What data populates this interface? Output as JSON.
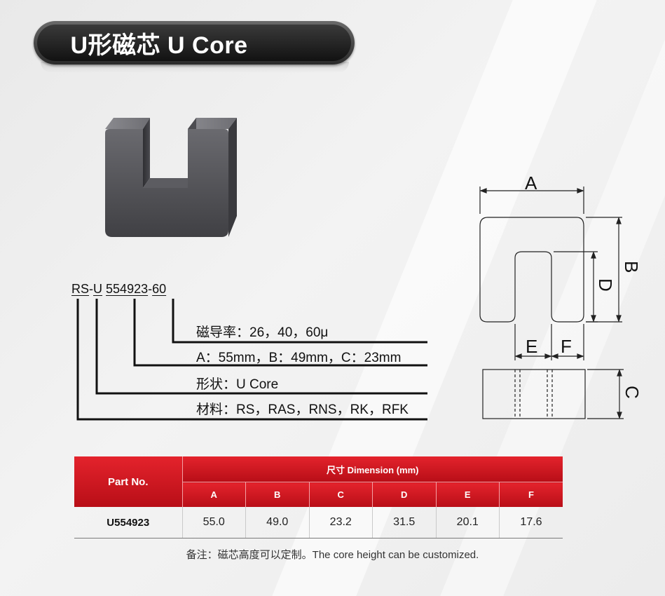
{
  "title": "U形磁芯 U Core",
  "part_code": {
    "prefix": "RS",
    "sep1": "-",
    "shape": "U",
    "size": "554923",
    "sep2": "-",
    "perm": "60"
  },
  "descriptions": {
    "permeability": "磁导率：26，40，60μ",
    "dimensions": "A：55mm，B：49mm，C：23mm",
    "shape": "形状：U Core",
    "material": "材料：RS，RAS，RNS，RK，RFK"
  },
  "drawing_labels": {
    "a": "A",
    "b": "B",
    "c": "C",
    "d": "D",
    "e": "E",
    "f": "F"
  },
  "table": {
    "part_header": "Part No.",
    "dim_header": "尺寸 Dimension (mm)",
    "columns": [
      "A",
      "B",
      "C",
      "D",
      "E",
      "F"
    ],
    "rows": [
      {
        "part": "U554923",
        "values": [
          "55.0",
          "49.0",
          "23.2",
          "31.5",
          "20.1",
          "17.6"
        ]
      }
    ]
  },
  "note": "备注：磁芯高度可以定制。The core height can be customized.",
  "colors": {
    "accent_red": "#d7141d",
    "title_bg": "#1f1f1f",
    "core_gray": "#55555a"
  },
  "icons": [
    "u-core-3d-image",
    "u-core-drawing"
  ]
}
